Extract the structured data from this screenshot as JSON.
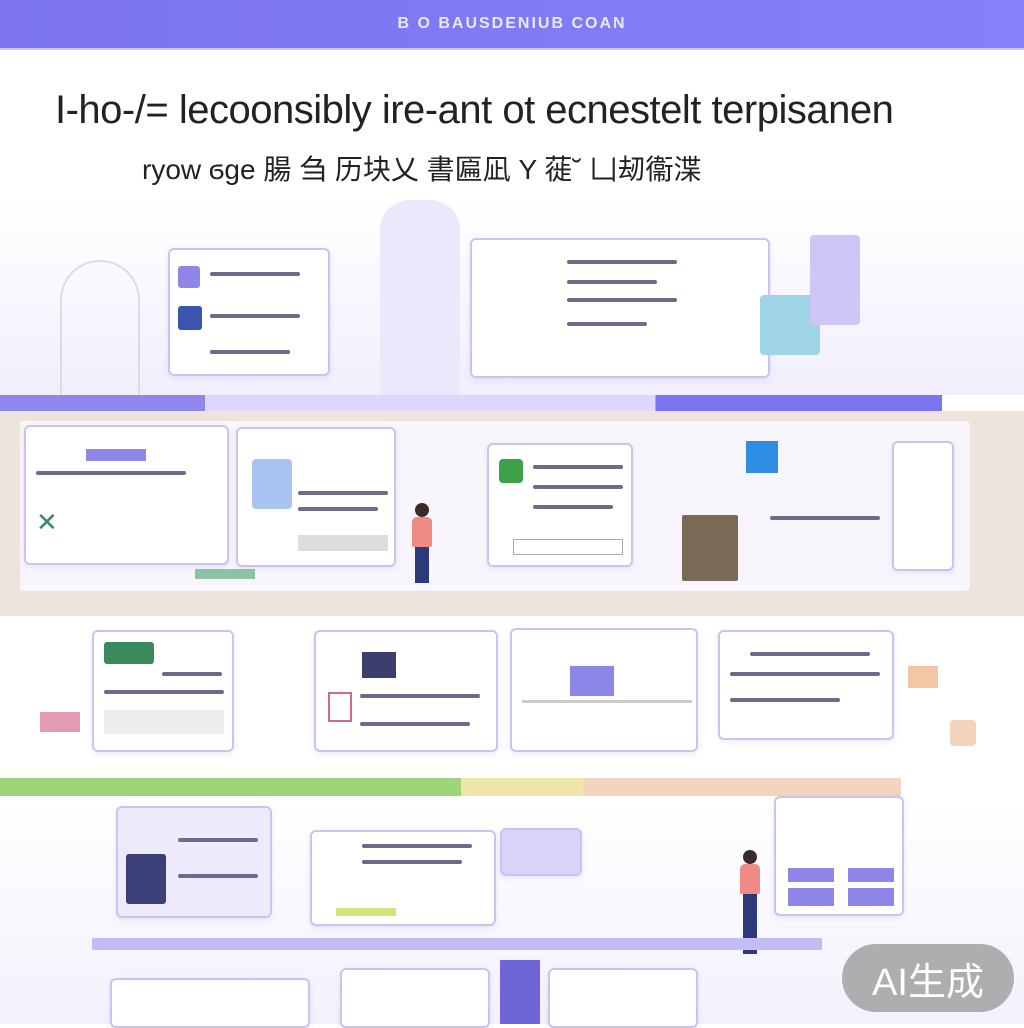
{
  "header": {
    "brand": "B O  BAUSDENIUB  COAN"
  },
  "title": "I-ho-/= lecoonsibly ire-ant ot ecnestelt terpisanen",
  "subtitle": "ryow ϭɡe 腸 刍 历块乂 書匾凪 Y 蓰˘ 凵刼衞渫",
  "badge": "AI生成",
  "colors": {
    "accent": "#7b73f0",
    "beige": "#efe4dc",
    "green": "#9ed57a",
    "peach": "#f3d4bd"
  }
}
